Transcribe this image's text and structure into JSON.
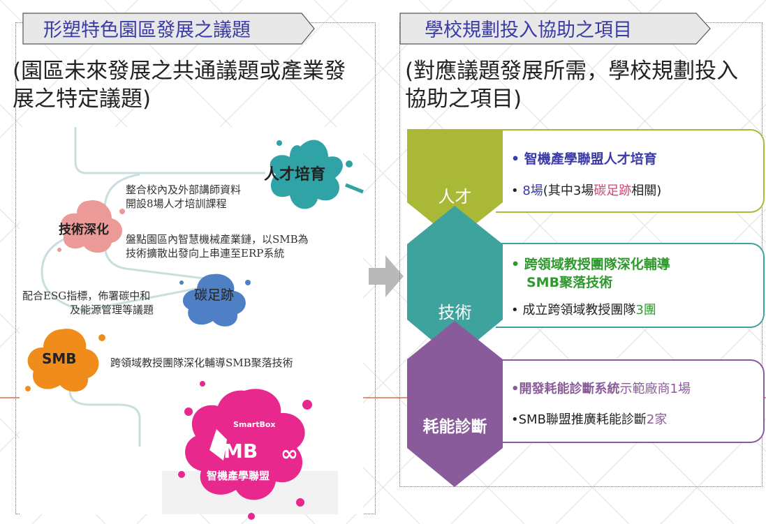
{
  "left_panel": {
    "tab_title": "形塑特色園區發展之議題",
    "subtitle_line1": "(園區未來發展之共通議題或產業發",
    "subtitle_line2": "展之特定議題)",
    "splats": {
      "talent": "人才培育",
      "tech": "技術深化",
      "carbon": "碳足跡",
      "smb": "SMB"
    },
    "notes": {
      "talent_1": "整合校內及外部講師資料",
      "talent_2": "開設8場人才培訓課程",
      "tech_1": "盤點園區內智慧機械產業鏈，以SMB為",
      "tech_2": "技術擴散出發向上串連至ERP系統",
      "carbon_1": "配合ESG指標，佈署碳中和",
      "carbon_2": "及能源管理等議題",
      "smb_1": "跨領域教授團隊深化輔導SMB聚落技術"
    },
    "logo": {
      "brand_small": "SmartBox",
      "brand_main": "MB",
      "caption": "智機產學聯盟"
    }
  },
  "right_panel": {
    "tab_title": "學校規劃投入協助之項目",
    "subtitle_line1": "(對應議題發展所需，學校規劃投入",
    "subtitle_line2": "協助之項目)",
    "rows": [
      {
        "label": "人才",
        "line1": "• 智機產學聯盟人才培育",
        "line2_num": "8場",
        "line2_a": "(其中3場",
        "line2_hl": "碳足跡",
        "line2_b": "相關)"
      },
      {
        "label": "技術",
        "line1a": "• 跨領域教授團隊深化輔導",
        "line1b": "SMB聚落技術",
        "line2_a": "• 成立跨領域教授團隊",
        "line2_num": "3團"
      },
      {
        "label": "耗能診斷",
        "line1_bold": "•開發耗能診斷系統",
        "line1_a": "示範廠商",
        "line1_num": "1場",
        "line2_a": "•SMB聯盟推廣耗能診斷",
        "line2_num": "2家"
      }
    ]
  },
  "colors": {
    "olive": "#a9b836",
    "teal": "#3ea29d",
    "purple": "#8a5b9a",
    "blue_text": "#3a3aa8",
    "green_text": "#2e9a2e",
    "purple_text": "#8a5b9a",
    "pink_text": "#d0457a"
  }
}
